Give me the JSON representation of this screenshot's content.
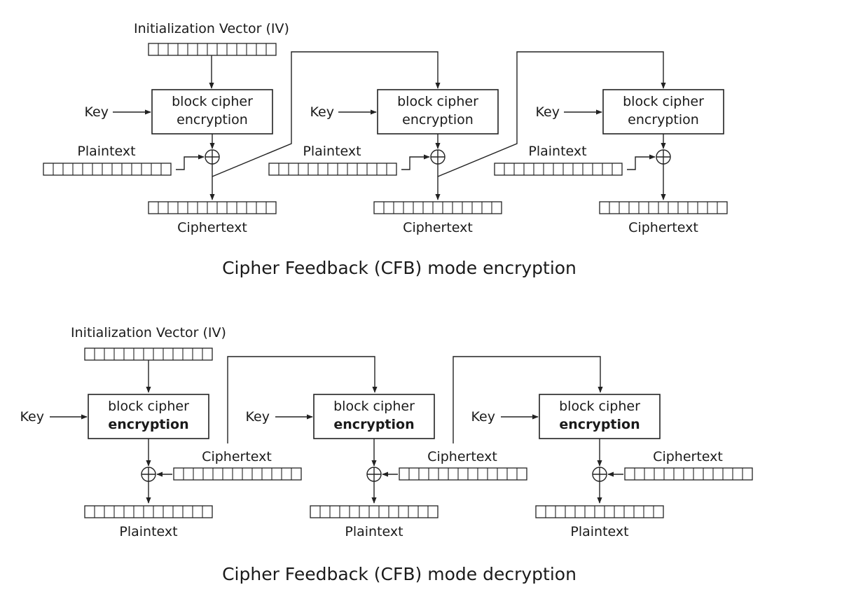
{
  "encryption": {
    "title": "Cipher Feedback (CFB) mode encryption",
    "iv_label": "Initialization Vector (IV)",
    "key_label": "Key",
    "block_label_line1": "block cipher",
    "block_label_line2": "encryption",
    "input_label": "Plaintext",
    "output_label": "Ciphertext",
    "stages": 3
  },
  "decryption": {
    "title": "Cipher Feedback (CFB) mode decryption",
    "iv_label": "Initialization Vector (IV)",
    "key_label": "Key",
    "block_label_line1": "block cipher",
    "block_label_line2": "encryption",
    "input_label": "Ciphertext",
    "output_label": "Plaintext",
    "stages": 3
  },
  "register_cells": 13,
  "xor_symbol": "xor-icon"
}
